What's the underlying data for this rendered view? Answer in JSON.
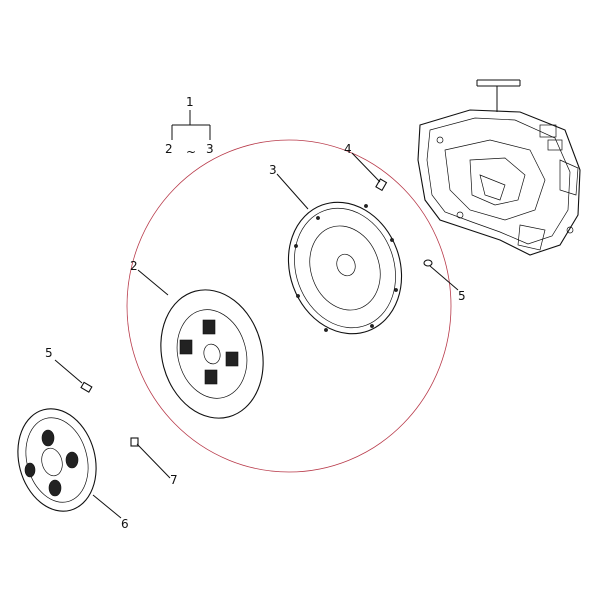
{
  "diagram": {
    "labels": {
      "assembly": "1",
      "assembly_left": "2",
      "assembly_dash": "~",
      "assembly_right": "3",
      "damper_plate": "2",
      "adapter_plate": "3",
      "bolt_top": "4",
      "pin_right": "5",
      "pin_left": "5",
      "coupling_disc": "6",
      "bolt_small": "7"
    },
    "colors": {
      "ink": "#111111",
      "highlight_circle": "#b83a4a",
      "background": "#ffffff"
    }
  }
}
